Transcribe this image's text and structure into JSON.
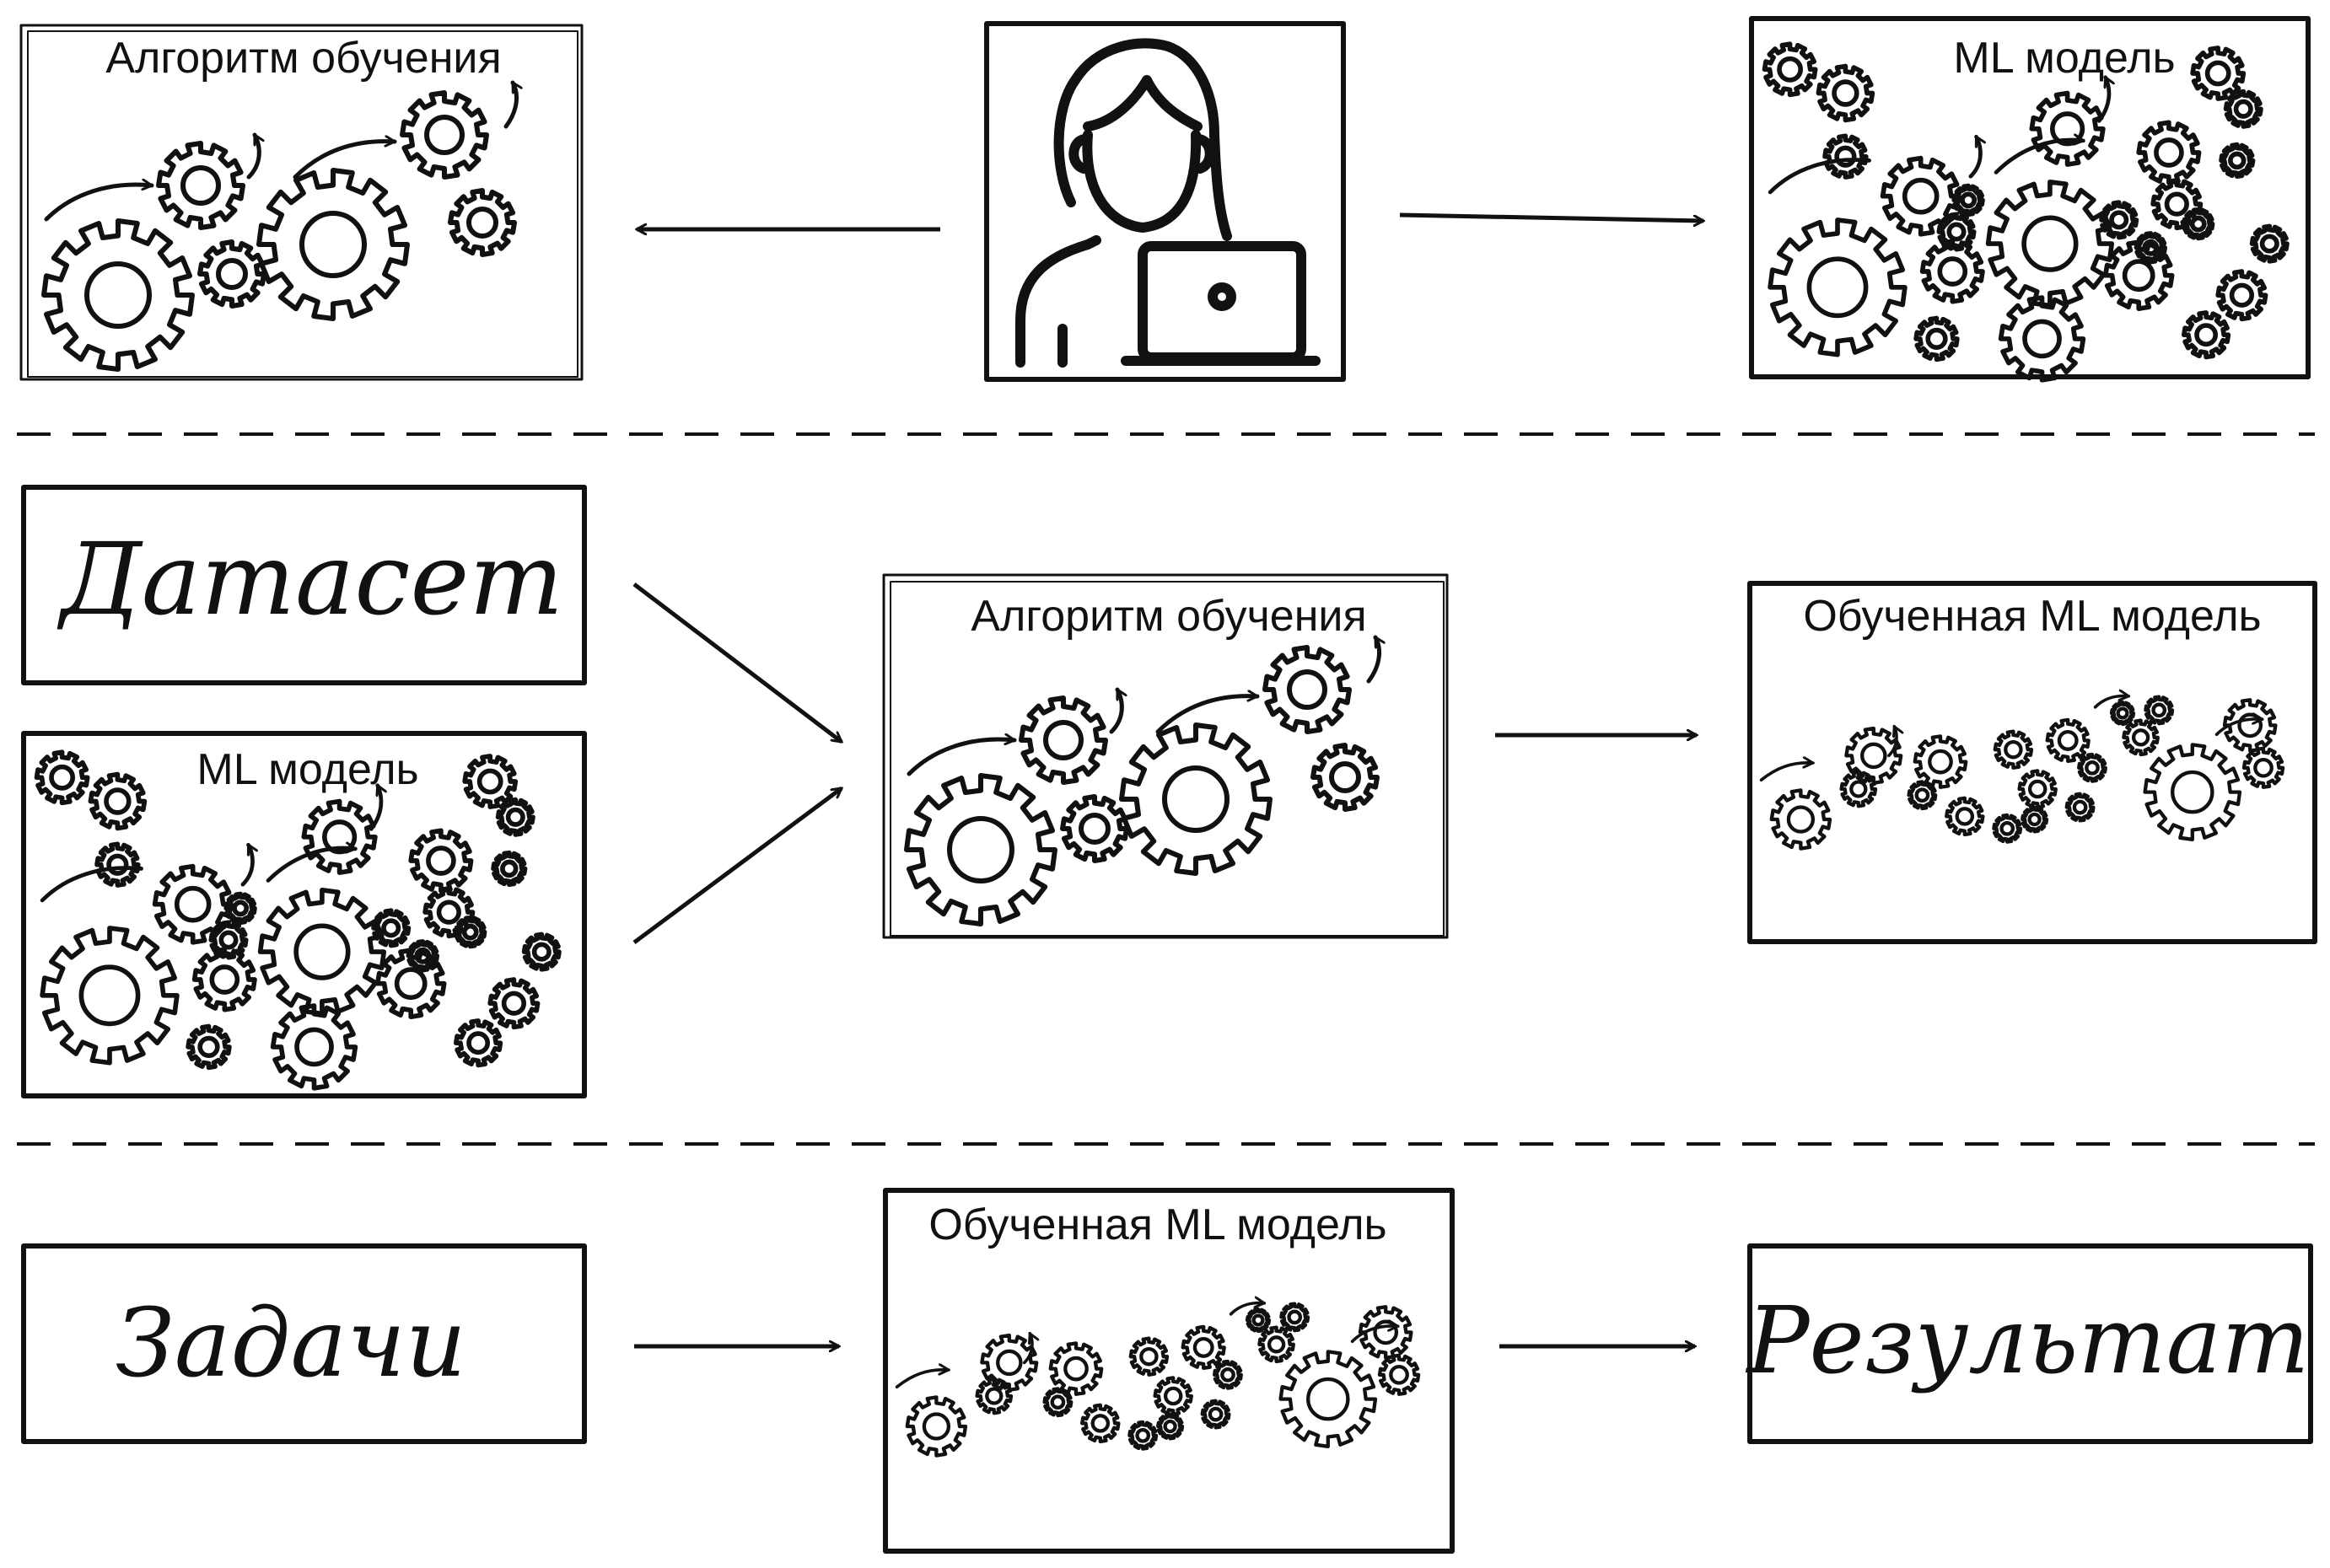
{
  "rows": {
    "row1": {
      "algorithm_box": {
        "title": "Алгоритм обучения",
        "icon": "gears-with-arrows-icon"
      },
      "person": {
        "icon": "person-with-laptop-icon"
      },
      "model_box": {
        "title": "ML модель",
        "icon": "many-gears-icon"
      }
    },
    "row2": {
      "dataset_box": {
        "label": "Датасет"
      },
      "model_box": {
        "title": "ML модель",
        "icon": "many-gears-icon"
      },
      "algorithm_box": {
        "title": "Алгоритм обучения",
        "icon": "gears-with-arrows-icon"
      },
      "trained_model_box": {
        "title": "Обученная ML модель",
        "icon": "ordered-gears-icon"
      }
    },
    "row3": {
      "tasks_box": {
        "label": "Задачи"
      },
      "trained_model_box": {
        "title": "Обученная ML модель",
        "icon": "ordered-gears-icon"
      },
      "result_box": {
        "label": "Результат"
      }
    }
  },
  "style": {
    "ink": "#111111",
    "background": "#ffffff"
  }
}
